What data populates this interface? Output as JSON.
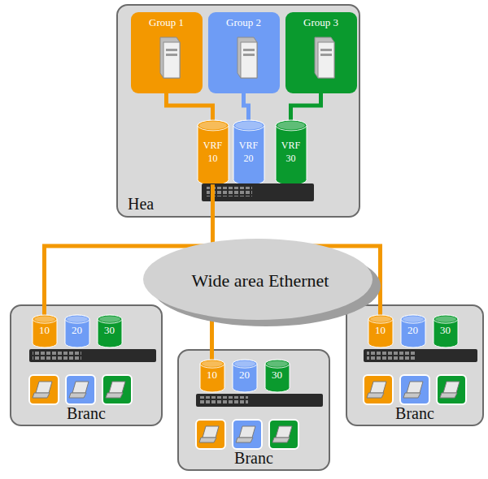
{
  "diagram": {
    "nodes": [
      {
        "text": [
          "Hea"
        ]
      },
      {
        "text": [
          "Group 1"
        ],
        "in": 0
      },
      {
        "text": [
          "Group 2"
        ],
        "in": 0
      },
      {
        "text": [
          "Group 3"
        ],
        "in": 0
      },
      {
        "text": [
          "VRF 10"
        ],
        "in": 0
      },
      {
        "text": [
          "VRF 20"
        ],
        "in": 0
      },
      {
        "text": [
          "VRF 30"
        ],
        "in": 0
      },
      {
        "text": [
          "Wide area Ethernet"
        ]
      },
      {
        "text": [
          "Branc"
        ]
      },
      {
        "text": [
          "10"
        ],
        "in": 8
      },
      {
        "text": [
          "20"
        ],
        "in": 8
      },
      {
        "text": [
          "30"
        ],
        "in": 8
      },
      {
        "text": [
          "Branc"
        ]
      },
      {
        "text": [
          "10"
        ],
        "in": 12
      },
      {
        "text": [
          "20"
        ],
        "in": 12
      },
      {
        "text": [
          "30"
        ],
        "in": 12
      },
      {
        "text": [
          "Branc"
        ]
      },
      {
        "text": [
          "10"
        ],
        "in": 16
      },
      {
        "text": [
          "20"
        ],
        "in": 16
      },
      {
        "text": [
          "30"
        ],
        "in": 16
      }
    ],
    "edges": [
      {
        "from": 1,
        "to": 4,
        "arrow": "none"
      },
      {
        "from": 2,
        "to": 5,
        "arrow": "none"
      },
      {
        "from": 3,
        "to": 6,
        "arrow": "none"
      },
      {
        "from": 4,
        "to": 9,
        "arrow": "none"
      },
      {
        "from": 4,
        "to": 13,
        "arrow": "none"
      },
      {
        "from": 4,
        "to": 17,
        "arrow": "none"
      }
    ]
  }
}
